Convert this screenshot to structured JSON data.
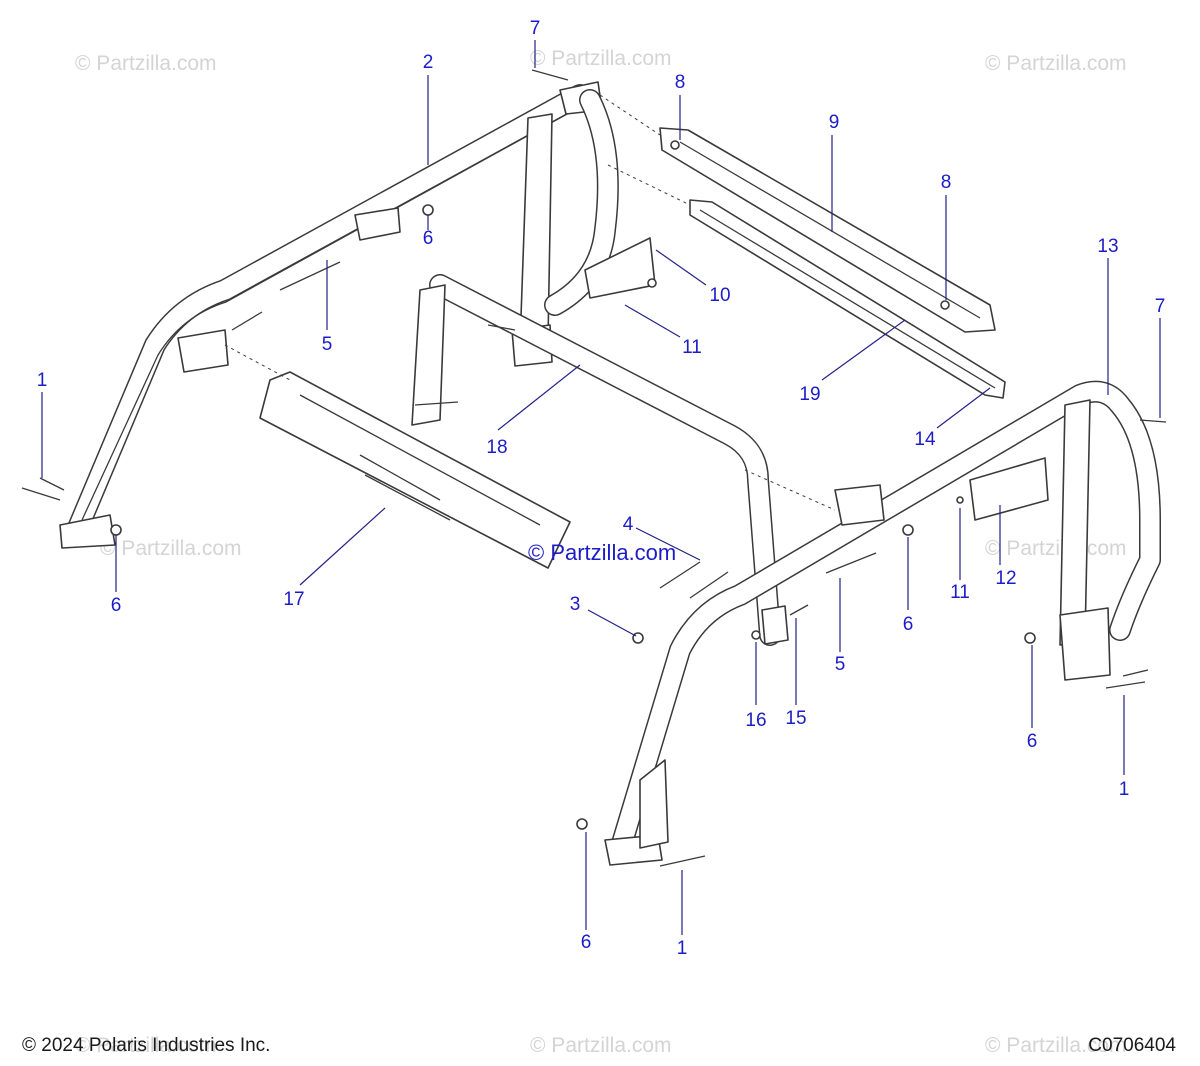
{
  "diagram": {
    "watermark_text": "© Partzilla.com",
    "copyright": "© 2024 Polaris Industries Inc.",
    "drawing_id": "C0706404",
    "callouts": [
      "1",
      "2",
      "3",
      "4",
      "5",
      "6",
      "7",
      "8",
      "9",
      "10",
      "11",
      "12",
      "13",
      "14",
      "15",
      "16",
      "17",
      "18",
      "19"
    ]
  }
}
